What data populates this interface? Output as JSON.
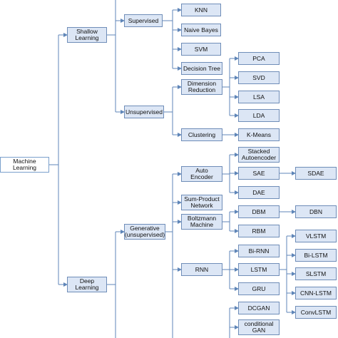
{
  "nodes": {
    "root": "Machine Learning",
    "shallow": "Shallow\nLearning",
    "deep": "Deep\nLearning",
    "supervised": "Supervised",
    "unsupervised": "Unsupervised",
    "knn": "KNN",
    "naive_bayes": "Naive Bayes",
    "svm": "SVM",
    "decision_tree": "Decision Tree",
    "dim_reduction": "Dimension\nReduction",
    "clustering": "Clustering",
    "pca": "PCA",
    "svd": "SVD",
    "lsa": "LSA",
    "lda": "LDA",
    "kmeans": "K-Means",
    "generative": "Generative\n(unsupervised)",
    "autoencoder": "Auto\nEncoder",
    "sum_product": "Sum-Product\nNetwork",
    "boltzmann": "Boltzmann\nMachine",
    "rnn": "RNN",
    "stacked_ae": "Stacked\nAutoencoder",
    "sae": "SAE",
    "sdae": "SDAE",
    "dae": "DAE",
    "dbm": "DBM",
    "dbn": "DBN",
    "rbm": "RBM",
    "bi_rnn": "Bi-RNN",
    "lstm": "LSTM",
    "gru": "GRU",
    "vlstm": "VLSTM",
    "bi_lstm": "Bi-LSTM",
    "slstm": "SLSTM",
    "cnn_lstm": "CNN-LSTM",
    "convlstm": "ConvLSTM",
    "dcgan": "DCGAN",
    "conditional_gan": "conditional\nGAN"
  },
  "colors": {
    "box_fill": "#dce6f5",
    "box_border": "#6f8db8",
    "connector": "#5f86b8"
  }
}
